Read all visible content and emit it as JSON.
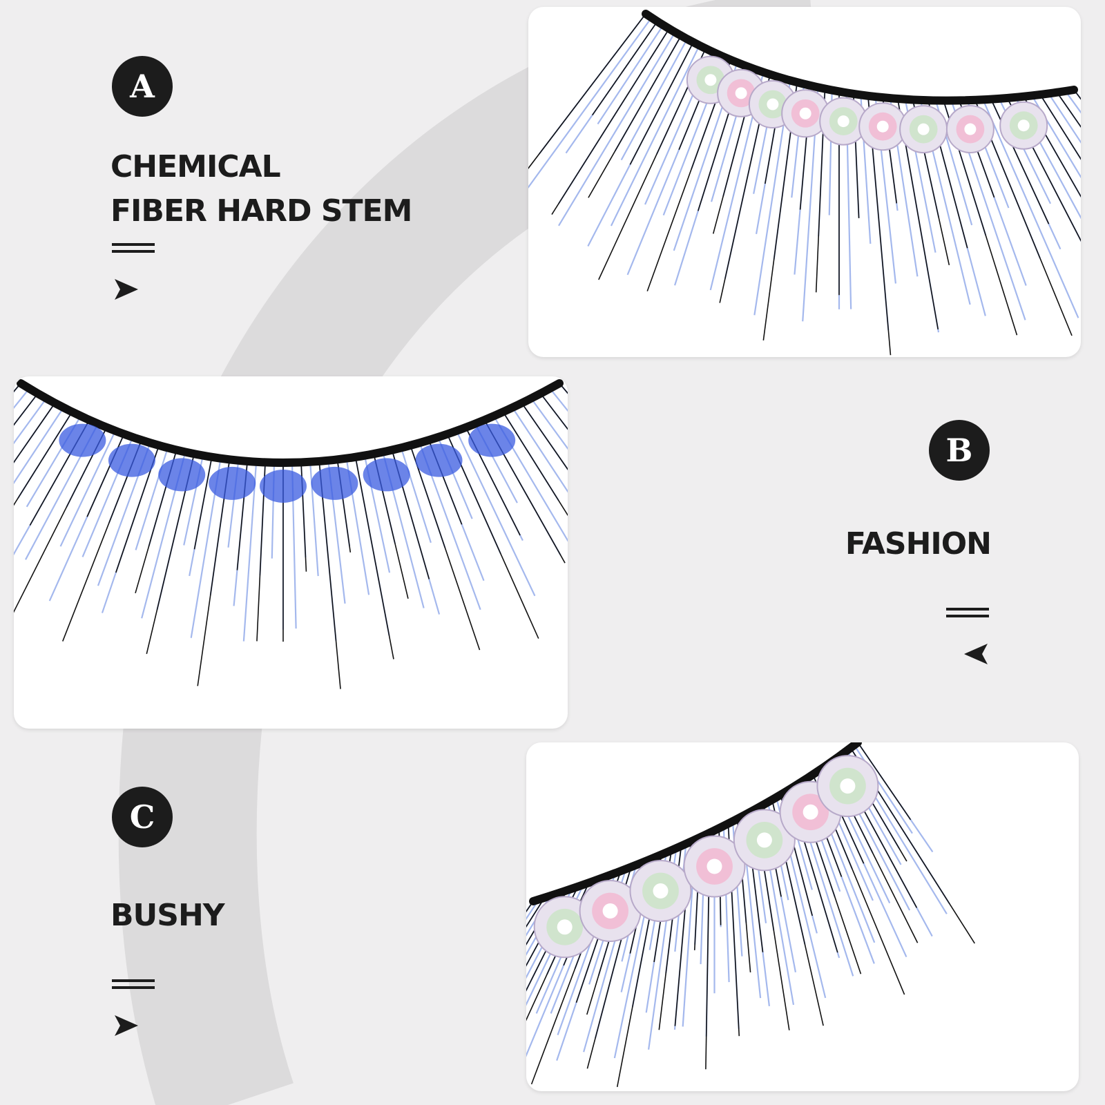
{
  "colors": {
    "background": "#efeeef",
    "arc": "#dcdbdc",
    "badge": "#1c1c1c",
    "text": "#1c1c1c",
    "lash_blue": "#5a7fe0",
    "lash_black": "#111111"
  },
  "features": [
    {
      "letter": "A",
      "title_line1": "CHEMICAL",
      "title_line2": "FIBER HARD STEM",
      "icon": "arrow-right-icon"
    },
    {
      "letter": "B",
      "title_line1": "FASHION",
      "icon": "arrow-left-icon"
    },
    {
      "letter": "C",
      "title_line1": "BUSHY",
      "icon": "arrow-right-icon"
    }
  ],
  "photos": [
    {
      "subject": "blue false eyelash with iridescent rhinestones"
    },
    {
      "subject": "blue false eyelash with blue base"
    },
    {
      "subject": "blue false eyelash with iridescent rhinestones close-up"
    }
  ]
}
